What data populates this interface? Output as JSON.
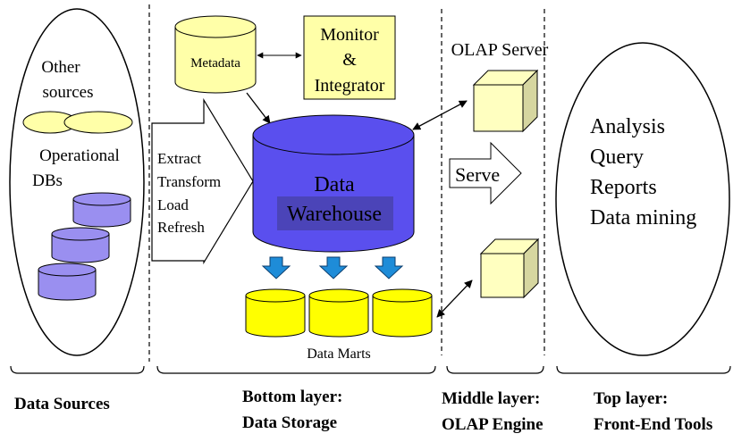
{
  "colors": {
    "cylinder_lavender": "#9a8ff0",
    "cylinder_yellow": "#ffffa8",
    "warehouse_blue": "#5a4fee",
    "warehouse_label_bg": "#4b44b8",
    "mart_yellow": "#ffff00",
    "arrow_blue": "#1e8cd8",
    "cube_face": "#ffffc0",
    "cube_side": "#d6d6a0"
  },
  "sources": {
    "other_line1": "Other",
    "other_line2": "sources",
    "op_line1": "Operational",
    "op_line2": "DBs"
  },
  "etl": {
    "line1": "Extract",
    "line2": "Transform",
    "line3": "Load",
    "line4": "Refresh"
  },
  "metadata": {
    "label": "Metadata"
  },
  "monitor": {
    "line1": "Monitor",
    "line2": "&",
    "line3": "Integrator"
  },
  "warehouse": {
    "line1": "Data",
    "line2": "Warehouse"
  },
  "marts": {
    "label": "Data Marts"
  },
  "olap": {
    "server_label": "OLAP Server",
    "serve_label": "Serve"
  },
  "tools": {
    "items": [
      "Analysis",
      "Query",
      "Reports",
      "Data mining"
    ]
  },
  "layers": {
    "sources": "Data Sources",
    "bottom_line1": "Bottom layer:",
    "bottom_line2": "Data Storage",
    "middle_line1": "Middle layer:",
    "middle_line2": "OLAP Engine",
    "top_line1": "Top layer:",
    "top_line2": "Front-End Tools"
  }
}
